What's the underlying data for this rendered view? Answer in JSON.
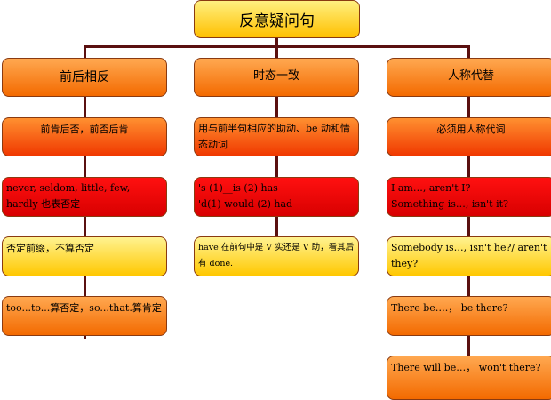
{
  "title": "反意疑问句",
  "columns": [
    {
      "header": "前后相反",
      "items": [
        "前肯后否，前否后肯",
        "never, seldom, little, few, hardly 也表否定",
        "否定前缀，不算否定",
        "too...to...算否定，so...that.算肯定"
      ]
    },
    {
      "header": "时态一致",
      "items": [
        "用与前半句相应的助动、be 动和情态动词",
        "'s (1)__is (2) has",
        "'d(1) would (2) had",
        "have 在前句中是 V 实还是 V 助，看其后有 done."
      ]
    },
    {
      "header": "人称代替",
      "items": [
        "必须用人称代词",
        "I am…, aren't I?",
        "Something is…, isn't it?",
        "Somebody is…, isn't he?/ aren't they?",
        "There be….， be there?",
        "There will be…， won't there?"
      ]
    }
  ],
  "colors": {
    "orange": "#f36a00",
    "red": "#d80000",
    "yellow": "#ffc800",
    "line": "#5a1010"
  }
}
